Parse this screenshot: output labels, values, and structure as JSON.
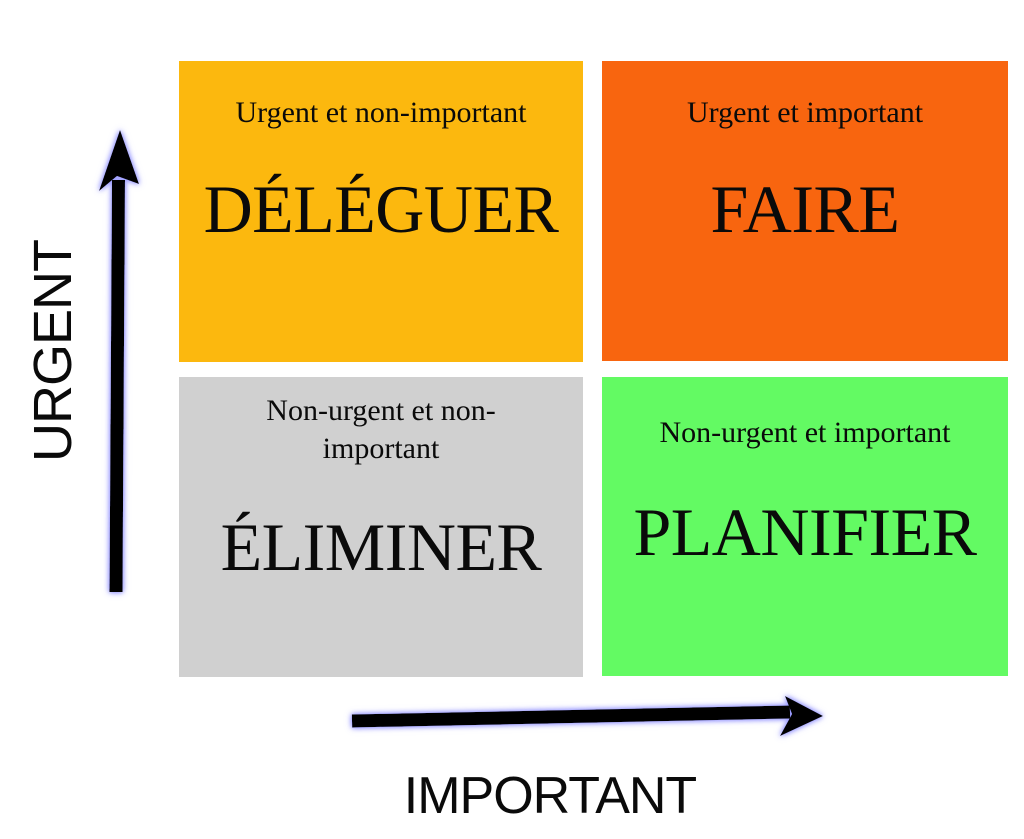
{
  "figure": {
    "background": "#ffffff",
    "text_color": "#0a0a0a"
  },
  "axes": {
    "vertical_label": "URGENT",
    "horizontal_label": "IMPORTANT",
    "arrow_color": "#000000",
    "arrow_glow_color": "#9898ff"
  },
  "quadrants": {
    "top_left": {
      "subtitle": "Urgent et non-important",
      "action": "DÉLÉGUER",
      "background": "#fcb80e"
    },
    "top_right": {
      "subtitle": "Urgent et important",
      "action": "FAIRE",
      "background": "#f8650f"
    },
    "bottom_left": {
      "subtitle": "Non-urgent et non-important",
      "action": "ÉLIMINER",
      "background": "#d0d0d0"
    },
    "bottom_right": {
      "subtitle": "Non-urgent et important",
      "action": "PLANIFIER",
      "background": "#63fa63"
    }
  }
}
